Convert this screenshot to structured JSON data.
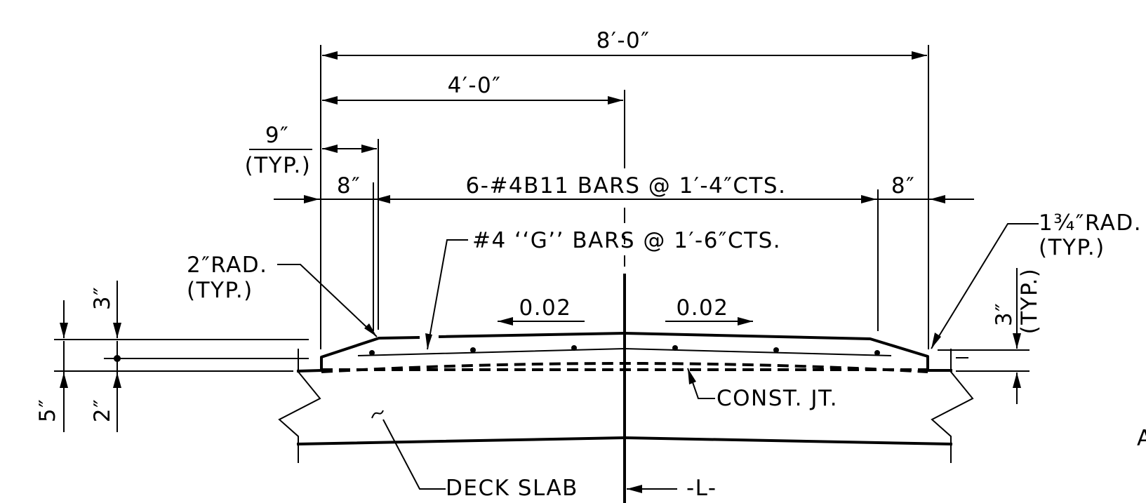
{
  "dimensions": {
    "overall_width": "8′-0″",
    "half_width": "4′-0″",
    "chamfer": "9″",
    "chamfer_note": "(TYP.)",
    "edge_left": "8″",
    "edge_right": "8″",
    "curb_height_left": "3″",
    "slab_depth": "5″",
    "bar_offset": "2″",
    "curb_height_right": "3″",
    "curb_height_right_note": "(TYP.)"
  },
  "callouts": {
    "transverse_bars": "6-#4B11 BARS @ 1′-4″CTS.",
    "g_bars": "#4 ‘‘G’’ BARS @ 1′-6″CTS.",
    "left_radius": "2″RAD.",
    "left_radius_note": "(TYP.)",
    "right_radius": "1¾″RAD.",
    "right_radius_note": "(TYP.)",
    "slope_left": "0.02",
    "slope_right": "0.02",
    "construction_joint": "CONST. JT.",
    "deck_slab": "DECK SLAB",
    "centerline": "-L-",
    "edge_fragment": "A"
  }
}
